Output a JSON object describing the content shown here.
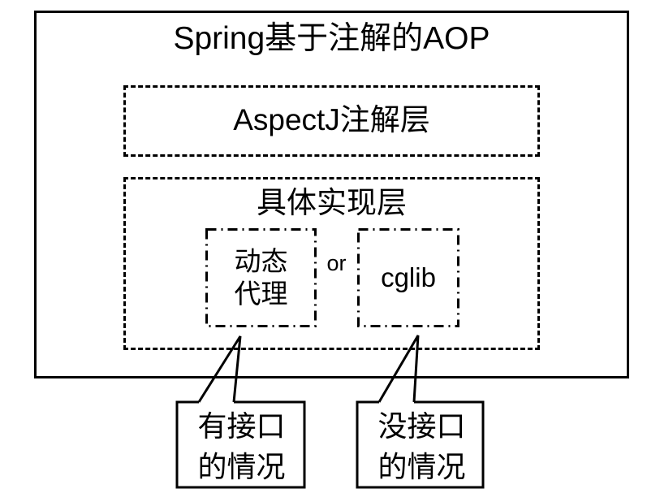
{
  "diagram": {
    "title": "Spring基于注解的AOP",
    "layers": [
      {
        "name": "aspectj",
        "label": "AspectJ注解层",
        "border": "dashed"
      },
      {
        "name": "implementation",
        "label": "具体实现层",
        "border": "dashed"
      }
    ],
    "options": {
      "left": {
        "label": "动态\n代理",
        "line1": "动态",
        "line2": "代理",
        "border": "dash-dot"
      },
      "separator": "or",
      "right": {
        "label": "cglib",
        "border": "dash-dot"
      }
    },
    "callouts": [
      {
        "name": "left",
        "line1": "有接口",
        "line2": "的情况",
        "points_to": "动态代理"
      },
      {
        "name": "right",
        "line1": "没接口",
        "line2": "的情况",
        "points_to": "cglib"
      }
    ],
    "colors": {
      "stroke": "#000000",
      "background": "#ffffff",
      "text": "#000000"
    }
  }
}
